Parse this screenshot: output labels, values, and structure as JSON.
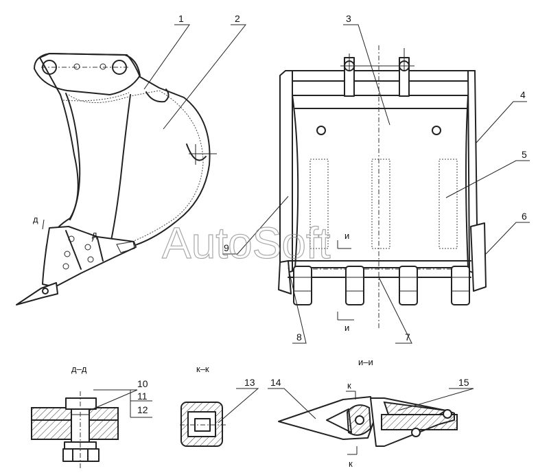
{
  "watermark": "AutoSoft",
  "callouts": [
    "1",
    "2",
    "3",
    "4",
    "5",
    "6",
    "7",
    "8",
    "9",
    "10",
    "11",
    "12",
    "13",
    "14",
    "15"
  ],
  "section_titles": {
    "dd": "д–д",
    "kk": "к–к",
    "ii": "и–и"
  },
  "section_marks": {
    "d": "д",
    "i": "и",
    "k": "к"
  }
}
